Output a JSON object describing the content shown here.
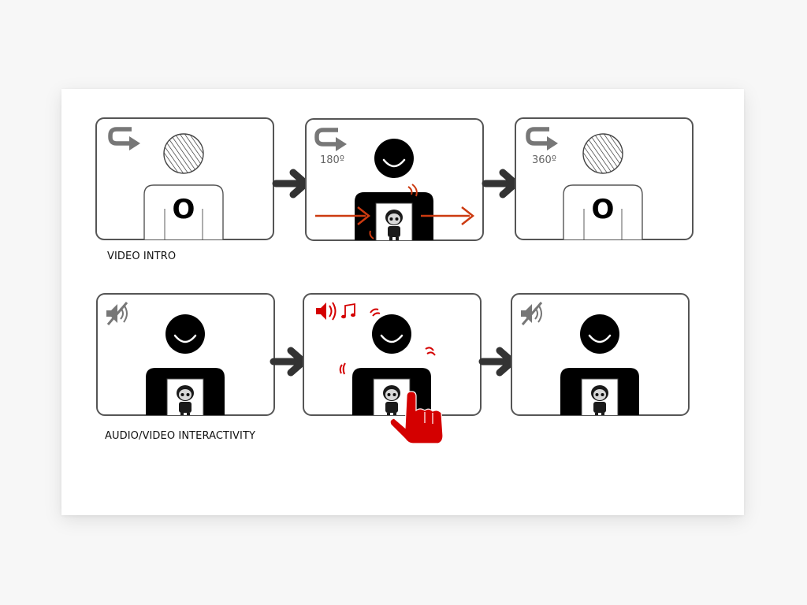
{
  "sections": [
    {
      "caption": "VIDEO INTRO",
      "panels": [
        {
          "icon": "rotate-icon",
          "label": ""
        },
        {
          "icon": "rotate-icon",
          "label": "180º"
        },
        {
          "icon": "rotate-icon",
          "label": "360º"
        }
      ],
      "shirt_letter": "O"
    },
    {
      "caption": "AUDIO/VIDEO INTERACTIVITY",
      "panels": [
        {
          "icon": "mute-icon"
        },
        {
          "icon": "speaker-on-icon"
        },
        {
          "icon": "mute-icon"
        }
      ]
    }
  ],
  "colors": {
    "outline": "#555555",
    "figure": "#000000",
    "arrow": "#333333",
    "accent_arrow": "#cc3a10",
    "accent_red": "#d40000",
    "icon_gray": "#777777"
  }
}
